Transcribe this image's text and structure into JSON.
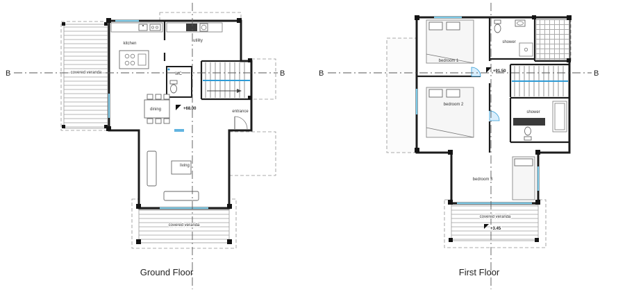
{
  "colors": {
    "wall": "#1c1c1c",
    "window_accent": "#7ecbe8",
    "stair_rail_blue": "#2e9bd6",
    "hatch_gray": "#b5b5b5",
    "section_line": "#555555"
  },
  "ground_floor": {
    "title": "Ground Floor",
    "section_label": "B",
    "level_marker": "+68.00",
    "rooms": {
      "kitchen": "kitchen",
      "utility": "utility",
      "wc": "WC",
      "dining": "dining",
      "entrance": "entrance",
      "living": "living"
    },
    "veranda_left": "covered veranda",
    "veranda_bottom": "covered veranda"
  },
  "first_floor": {
    "title": "First Floor",
    "section_label": "B",
    "level_marker": "+91.50",
    "veranda_level": "+3.45",
    "rooms": {
      "bedroom1": "bedroom 1",
      "bedroom2": "bedroom 2",
      "bedroom3": "bedroom 3",
      "shower_top": "shower",
      "shower_side": "shower"
    },
    "veranda_bottom": "covered veranda"
  }
}
